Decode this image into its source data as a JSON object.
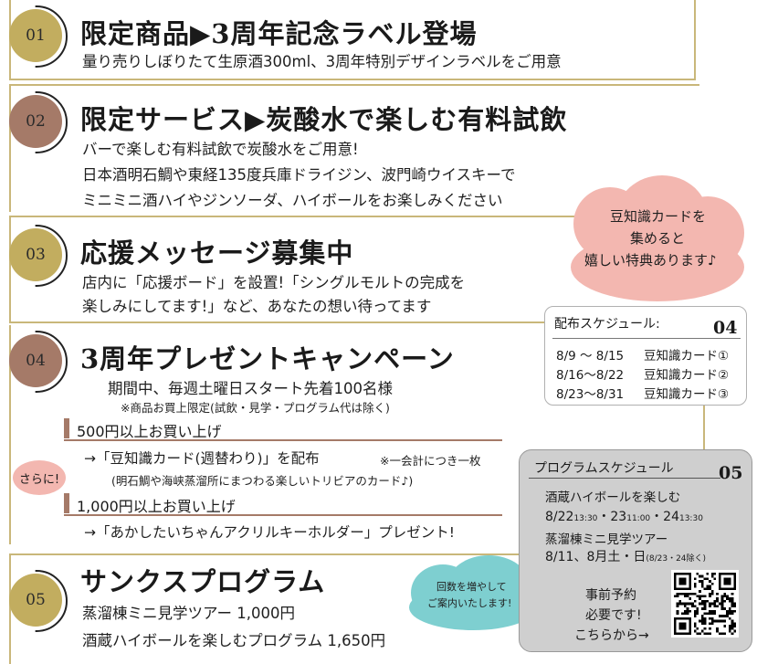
{
  "sections": [
    {
      "num": "01",
      "title": "限定商品▶3周年記念ラベル登場",
      "lines": [
        "量り売りしぼりたて生原酒300ml、3周年特別デザインラベルをご用意"
      ]
    },
    {
      "num": "02",
      "title": "限定サービス▶炭酸水で楽しむ有料試飲",
      "lines": [
        "バーで楽しむ有料試飲で炭酸水をご用意!",
        "日本酒明石鯛や東経135度兵庫ドライジン、波門崎ウイスキーで",
        "ミニミニ酒ハイやジンソーダ、ハイボールをお楽しみください"
      ]
    },
    {
      "num": "03",
      "title": "応援メッセージ募集中",
      "lines": [
        "店内に「応援ボード」を設置!「シングルモルトの完成を",
        "楽しみにしてます!」など、あなたの想い待ってます"
      ]
    },
    {
      "num": "04",
      "title": "3周年プレゼントキャンペーン",
      "lines": [
        "期間中、毎週土曜日スタート先着100名様"
      ],
      "note": "※商品お買上限定(試飲・見学・プログラム代は除く)",
      "tier1": "500円以上お買い上げ",
      "tier1_item": "→「豆知識カード(週替わり)」を配布",
      "tier1_note": "※一会計につき一枚",
      "tier1_sub": "(明石鯛や海峡蒸溜所にまつわる楽しいトリビアのカード♪)",
      "extra_badge": "さらに!",
      "tier2": "1,000円以上お買い上げ",
      "tier2_item": "→「あかしたいちゃんアクリルキーホルダー」プレゼント!"
    },
    {
      "num": "05",
      "title": "サンクスプログラム",
      "lines": [
        "蒸溜棟ミニ見学ツアー 1,000円",
        "酒蔵ハイボールを楽しむプログラム 1,650円"
      ]
    }
  ],
  "cloud_pink": {
    "lines": [
      "豆知識カードを",
      "集めると",
      "嬉しい特典あります♪"
    ]
  },
  "box04": {
    "heading": "配布スケジュール:",
    "num": "04",
    "rows": [
      {
        "dates": "8/9 〜 8/15",
        "card": "豆知識カード①"
      },
      {
        "dates": "8/16〜8/22",
        "card": "豆知識カード②"
      },
      {
        "dates": "8/23〜8/31",
        "card": "豆知識カード③"
      }
    ]
  },
  "box05": {
    "heading": "プログラムスケジュール",
    "num": "05",
    "item1_title": "酒蔵ハイボールを楽しむ",
    "item1_date_a": "8/22",
    "item1_time_a": "13:30",
    "item1_date_b": "・23",
    "item1_time_b": "11:00",
    "item1_date_c": "・24",
    "item1_time_c": "13:30",
    "item2_title": "蒸溜棟ミニ見学ツアー",
    "item2_date": "8/11、8月土・日",
    "item2_note": "(8/23・24除く)",
    "reserve": [
      "事前予約",
      "必要です!",
      "こちらから→"
    ]
  },
  "cloud_teal": {
    "lines": [
      "回数を増やして",
      "ご案内いたします!"
    ]
  },
  "colors": {
    "gold": "#c2ad5f",
    "brown": "#a57a68",
    "pink": "#f3b7b0",
    "teal": "#7ecfd0",
    "frame": "#c9b77a"
  }
}
